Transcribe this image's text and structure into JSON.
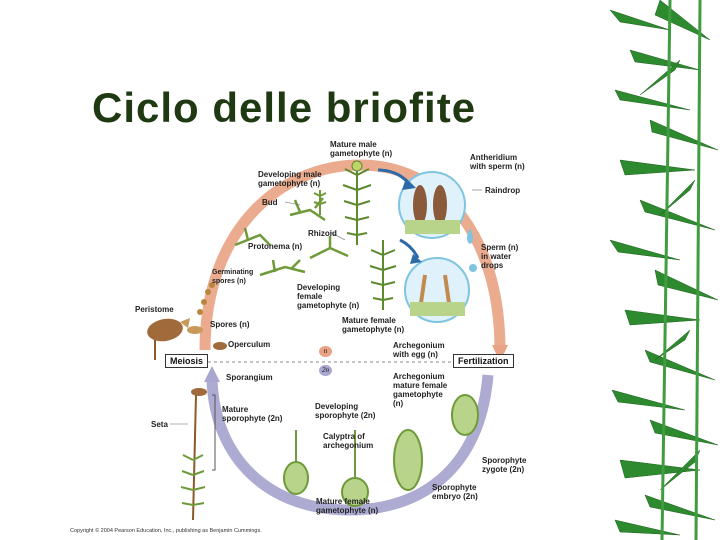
{
  "slide": {
    "title": "Ciclo delle briofite",
    "copyright": "Copyright © 2004 Pearson Education, Inc., publishing as Benjamin Cummings."
  },
  "labels": {
    "mature_male": "Mature male",
    "gametophyte_n": "gametophyte (n)",
    "antheridium": "Antheridium",
    "with_sperm": "with sperm (n)",
    "raindrop": "Raindrop",
    "developing_male": "Developing male",
    "developing_male_2": "gametophyte (n)",
    "bud": "Bud",
    "rhizoid": "Rhizoid",
    "protonema": "Protonema (n)",
    "sperm": "Sperm (n)",
    "in_water": "in water",
    "drops": "drops",
    "germinating": "Germinating",
    "spores_n_small": "spores (n)",
    "developing_female": "Developing",
    "developing_female_2": "female",
    "developing_female_3": "gametophyte (n)",
    "peristome": "Peristome",
    "spores": "Spores (n)",
    "mature_female": "Mature female",
    "mature_female_2": "gametophyte (n)",
    "operculum": "Operculum",
    "archegonium_egg": "Archegonium",
    "archegonium_egg_2": "with egg (n)",
    "meiosis": "Meiosis",
    "fertilization": "Fertilization",
    "n_marker": "n",
    "two_n_marker": "2n",
    "sporangium": "Sporangium",
    "archegonium_mature": "Archegonium",
    "archegonium_mature_2": "mature female",
    "archegonium_mature_3": "gametophyte",
    "archegonium_mature_4": "(n)",
    "mature_sporophyte": "Mature",
    "mature_sporophyte_2": "sporophyte (2n)",
    "developing_sporophyte": "Developing",
    "developing_sporophyte_2": "sporophyte (2n)",
    "seta": "Seta",
    "calyptra": "Calyptra of",
    "calyptra_2": "archegonium",
    "sporophyte_zygote": "Sporophyte",
    "sporophyte_zygote_2": "zygote (2n)",
    "sporophyte_embryo": "Sporophyte",
    "sporophyte_embryo_2": "embryo (2n)",
    "mature_female_bottom": "Mature female",
    "mature_female_bottom_2": "gametophyte (n)"
  },
  "colors": {
    "title": "#1f3a12",
    "haploid_arrow": "#e9a283",
    "diploid_arrow": "#a9a6d0",
    "plant_green": "#6f9a3a",
    "bamboo": "#2e8a2e"
  }
}
